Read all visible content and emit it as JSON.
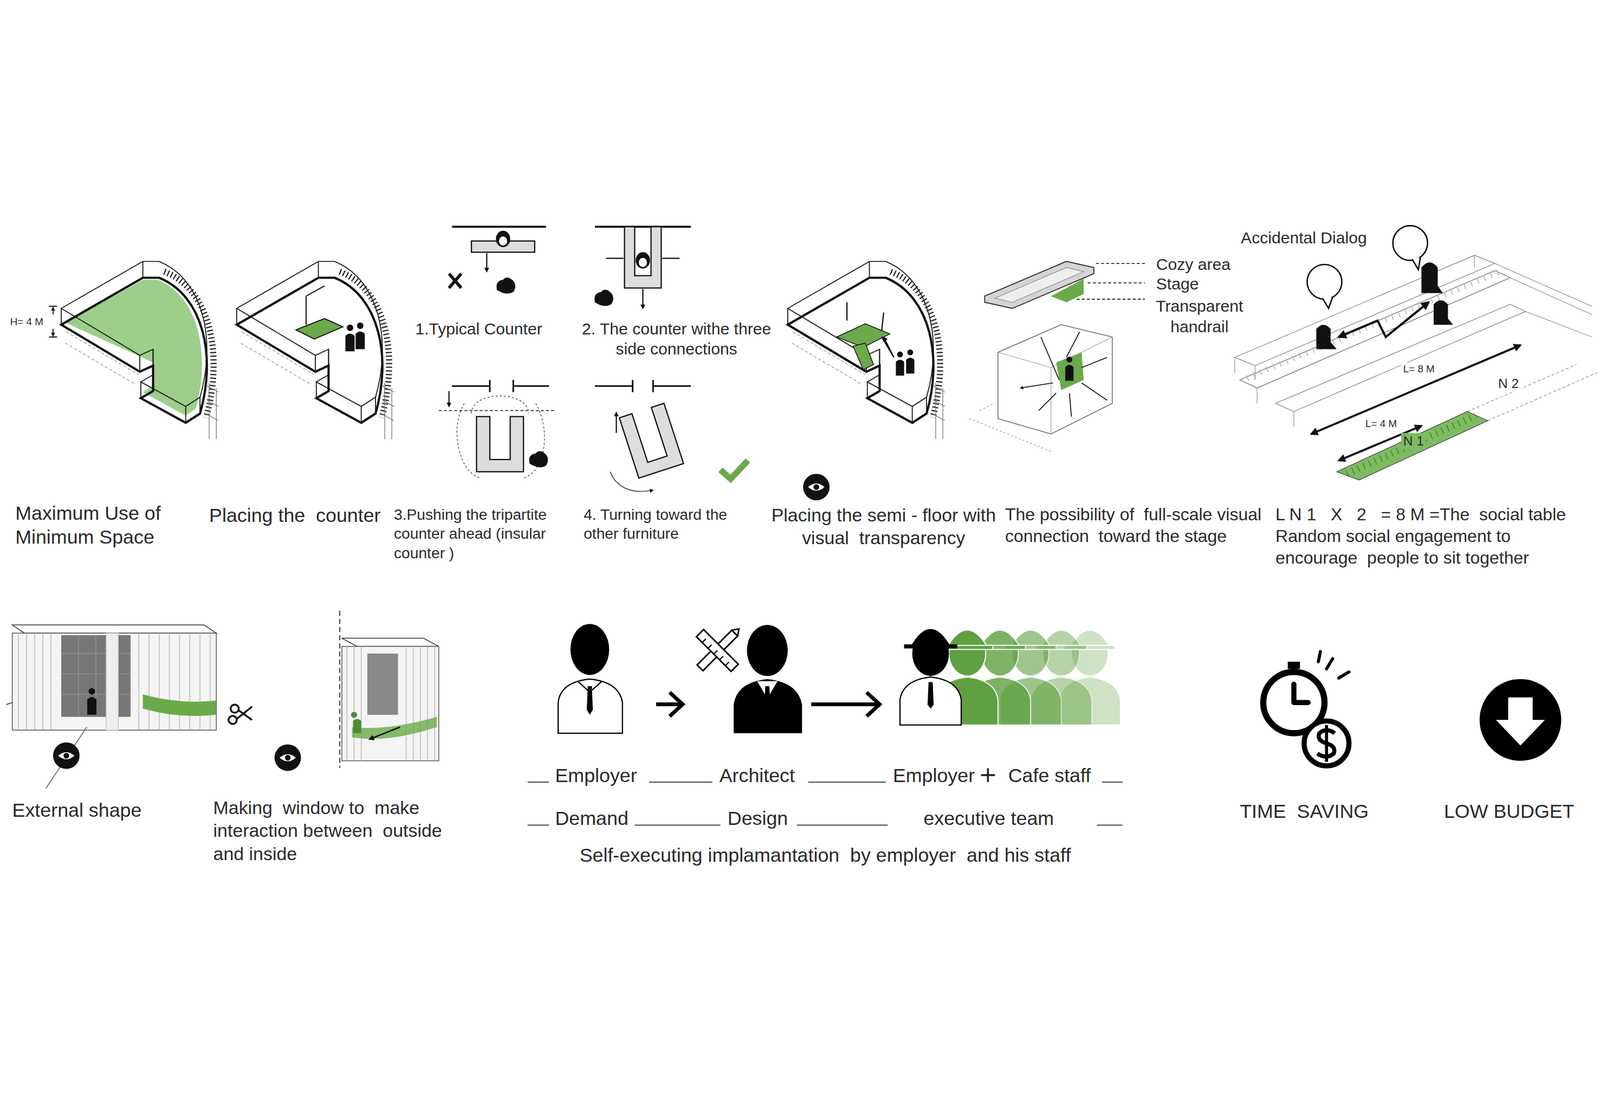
{
  "diagram": {
    "nodes": [
      {
        "text": [
          "Employer",
          "Demand"
        ]
      },
      {
        "text": [
          "Architect",
          "Design"
        ]
      },
      {
        "text": [
          "Employer",
          "+",
          "Cafe staff",
          "executive team"
        ]
      }
    ],
    "edges": [
      {
        "from": 0,
        "to": 1,
        "arrow": "to"
      },
      {
        "from": 1,
        "to": 2,
        "arrow": "to"
      }
    ],
    "labels": [
      "H= 4 M",
      "Maximum Use of Minimum Space",
      "Placing the  counter",
      "1.Typical Counter",
      "2. The counter withe three side connections",
      "3.Pushing the tripartite counter ahead (insular counter )",
      "4. Turning toward the other furniture",
      "Placing the semi - floor with visual  transparency",
      "Cozy area",
      "Stage",
      "Transparent handrail",
      "The possibility of  full-scale visual connection  toward the stage",
      "Accidental Dialog",
      "L= 8 M",
      "N 2",
      "L= 4 M",
      "N 1",
      "L N 1   X   2   = 8 M =The  social table Random social engagement to encourage  people to sit together",
      "External shape",
      "Making  window to  make interaction between  outside and inside",
      "Self-executing implamantation  by employer  and his staff",
      "TIME  SAVING",
      "LOW BUDGET"
    ]
  }
}
